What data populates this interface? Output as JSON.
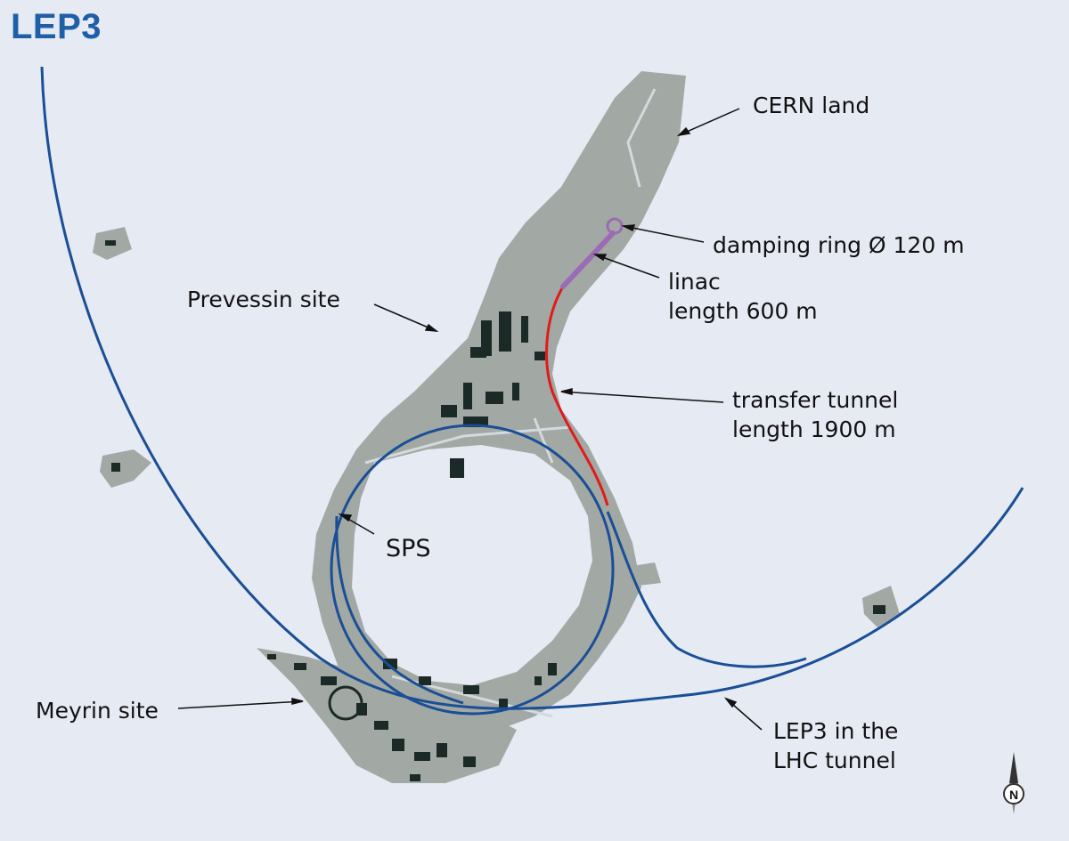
{
  "title": "LEP3",
  "labels": {
    "cern_land": "CERN land",
    "damping_ring": "damping ring Ø 120 m",
    "linac_line1": "linac",
    "linac_line2": "length 600 m",
    "prevessin": "Prevessin site",
    "transfer_line1": "transfer tunnel",
    "transfer_line2": "length 1900 m",
    "sps": "SPS",
    "meyrin": "Meyrin site",
    "lep3_line1": "LEP3 in the",
    "lep3_line2": "LHC tunnel"
  },
  "compass_letter": "N",
  "colors": {
    "background": "#e6eaf2",
    "land": "#a2a8a3",
    "buildings": "#1b2a26",
    "beam_line": "#1a4e96",
    "transfer_tunnel": "#e21a1a",
    "linac": "#9b6cb5",
    "title": "#1f5fa8"
  }
}
